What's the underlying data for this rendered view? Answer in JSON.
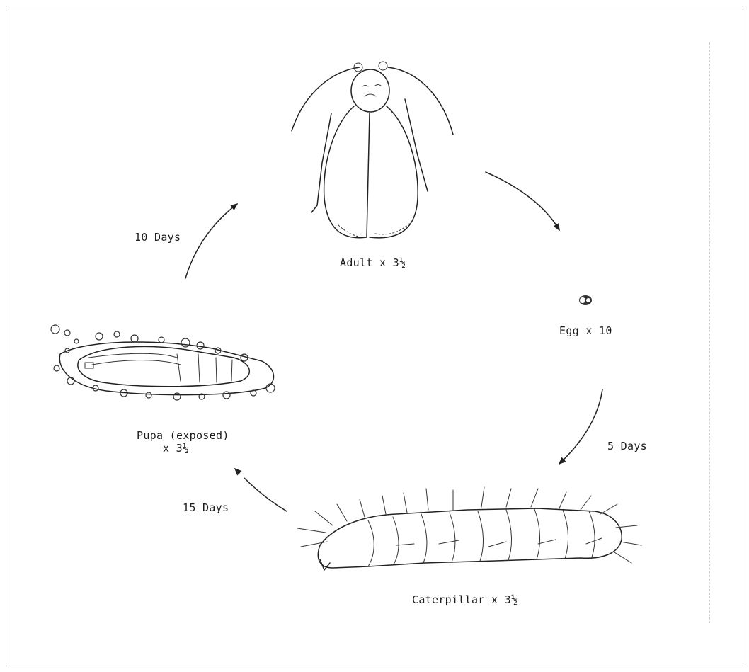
{
  "stages": {
    "adult": {
      "name": "Adult",
      "scale": "x 3½"
    },
    "egg": {
      "name": "Egg",
      "scale": "x 10"
    },
    "caterpillar": {
      "name": "Caterpillar",
      "scale": "x 3½"
    },
    "pupa": {
      "name": "Pupa (exposed)",
      "scale": "x 3½"
    }
  },
  "durations": {
    "egg_to_caterpillar": "5 Days",
    "caterpillar_to_pupa": "15 Days",
    "pupa_to_adult": "10 Days"
  }
}
